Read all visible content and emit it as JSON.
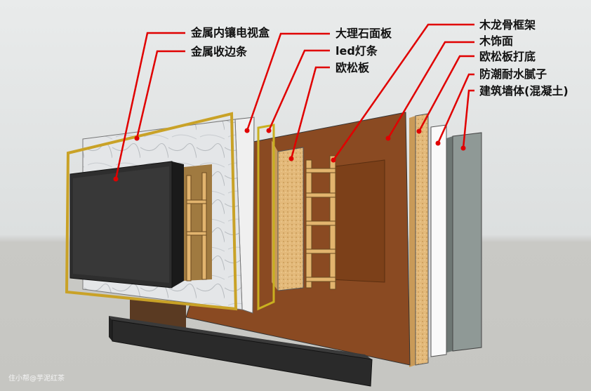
{
  "labels": {
    "tv_box": "金属内镶电视盒",
    "edge_strip": "金属收边条",
    "marble": "大理石面板",
    "led": "led灯条",
    "osb": "欧松板",
    "keel": "木龙骨框架",
    "veneer": "木饰面",
    "osb_base": "欧松板打底",
    "putty": "防潮耐水腻子",
    "wall": "建筑墙体(混凝土)"
  },
  "watermark": "住小帮@芋泥红茶",
  "colors": {
    "leader": "#e00000",
    "gold": "#c9a227",
    "veneer": "#8a4a22",
    "osb": "#e2b878",
    "concrete": "#8f9996"
  }
}
